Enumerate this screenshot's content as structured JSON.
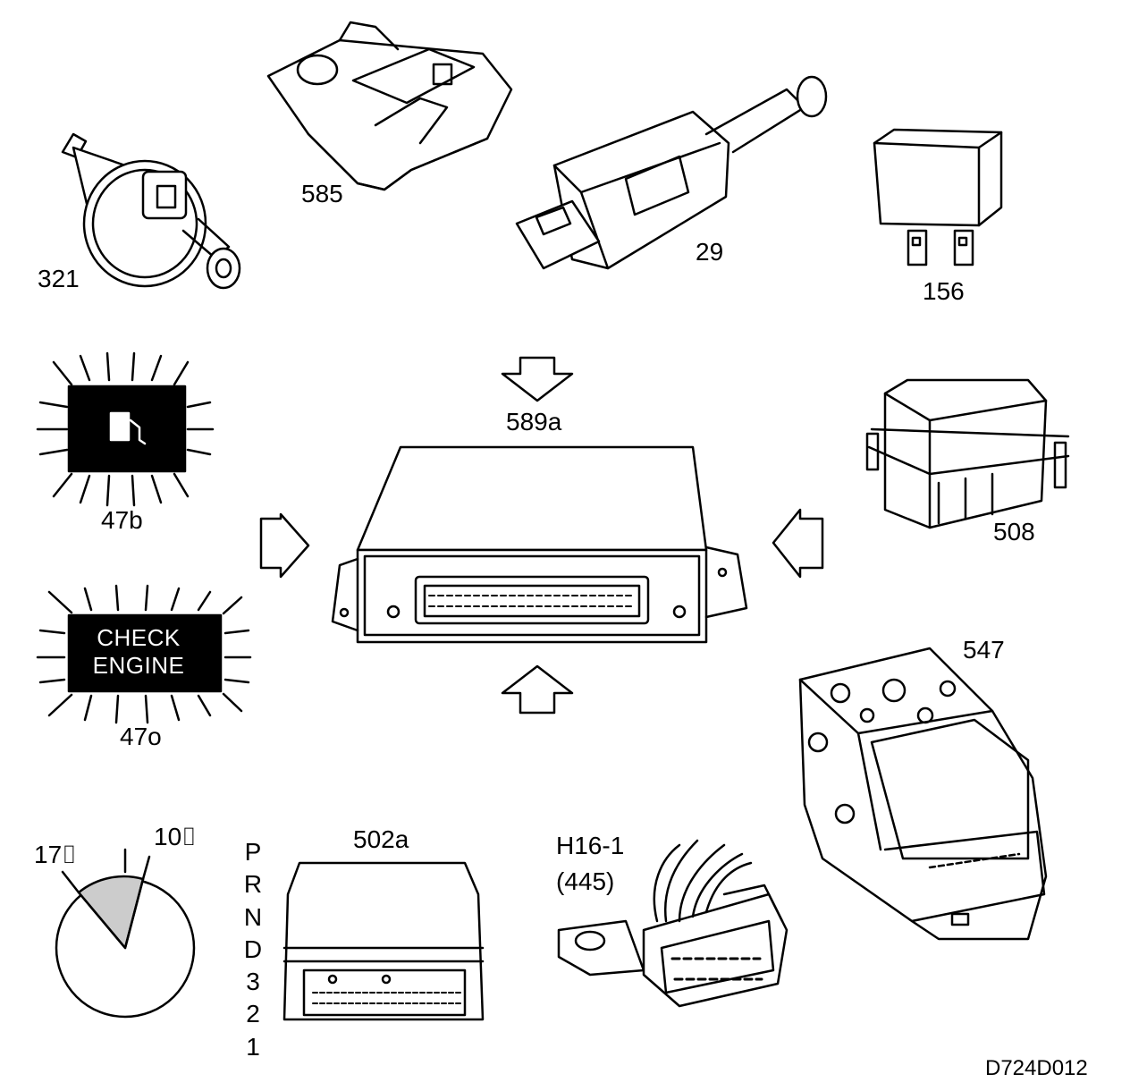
{
  "components": {
    "c321": {
      "label": "321"
    },
    "c585": {
      "label": "585"
    },
    "c29": {
      "label": "29"
    },
    "c156": {
      "label": "156"
    },
    "c589a": {
      "label": "589a"
    },
    "c47b": {
      "label": "47b"
    },
    "c508": {
      "label": "508"
    },
    "c47o": {
      "label": "47o",
      "lamp_text_line1": "CHECK",
      "lamp_text_line2": "ENGINE"
    },
    "c547": {
      "label": "547"
    },
    "c502a": {
      "label": "502a"
    },
    "h16": {
      "label_line1": "H16-1",
      "label_line2": "(445)"
    },
    "gauge": {
      "label_left": "17⌷",
      "label_right": "10⌷"
    }
  },
  "gear_positions": [
    "P",
    "R",
    "N",
    "D",
    "3",
    "2",
    "1"
  ],
  "figure_code": "D724D012",
  "colors": {
    "line": "#000000",
    "background": "#ffffff",
    "gauge_fill": "#cccccc",
    "lamp_fill": "#000000"
  }
}
